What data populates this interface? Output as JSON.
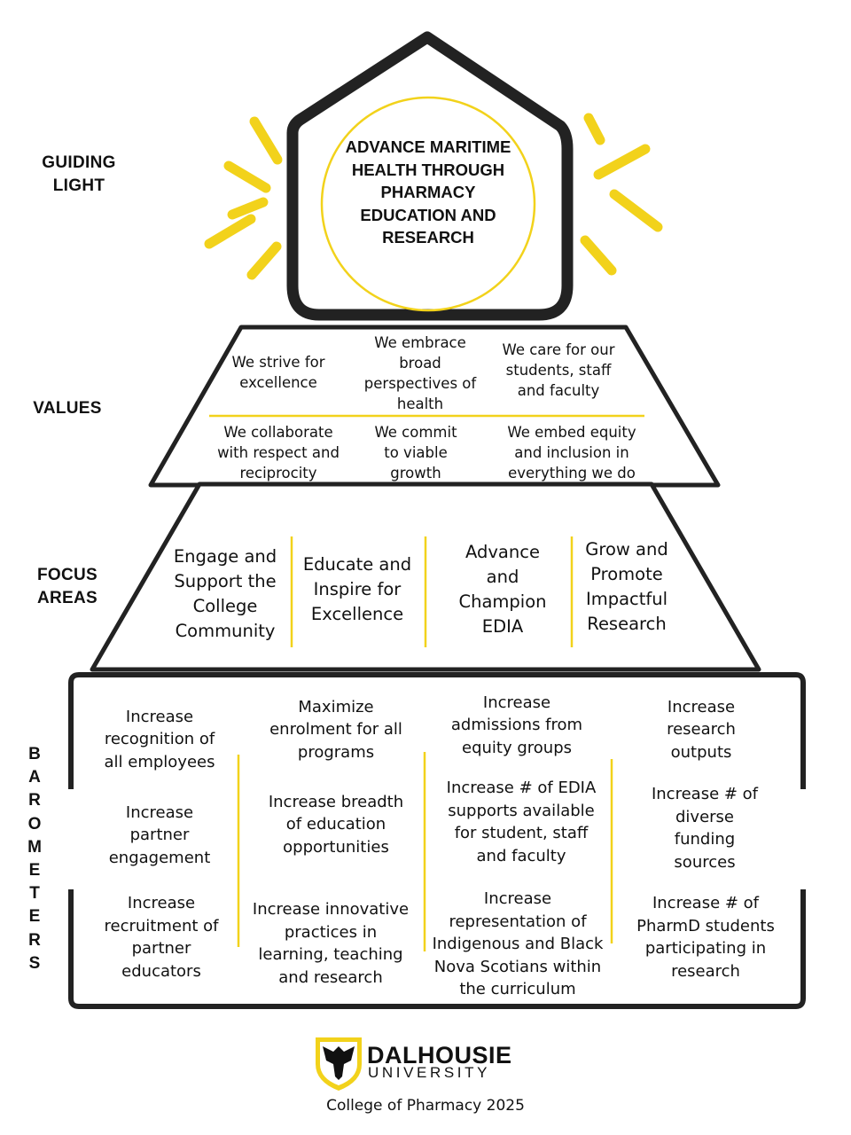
{
  "labels": {
    "guiding_light": "GUIDING LIGHT",
    "values": "VALUES",
    "focus_areas": "FOCUS AREAS",
    "barometers": [
      "B",
      "A",
      "R",
      "O",
      "M",
      "E",
      "T",
      "E",
      "R",
      "S"
    ]
  },
  "mission": "ADVANCE MARITIME HEALTH THROUGH PHARMACY EDUCATION AND RESEARCH",
  "values": {
    "row1": [
      "We strive for excellence",
      "We embrace broad perspectives of health",
      "We care for our students, staff and faculty"
    ],
    "row2": [
      "We collaborate with respect and reciprocity",
      "We commit to viable growth",
      "We embed equity and inclusion in everything we do"
    ]
  },
  "focus_areas": [
    "Engage and Support the College Community",
    "Educate and Inspire for Excellence",
    "Advance and Champion EDIA",
    "Grow and Promote Impactful Research"
  ],
  "barometers": {
    "col1": [
      "Increase recognition of all employees",
      "Increase partner engagement",
      "Increase recruitment of partner educators"
    ],
    "col2": [
      "Maximize enrolment for all  programs",
      "Increase breadth of education opportunities",
      "Increase innovative practices in learning, teaching and research"
    ],
    "col3": [
      "Increase admissions from equity groups",
      "Increase # of EDIA supports available for student, staff and faculty",
      "Increase representation of Indigenous and Black Nova Scotians within the curriculum"
    ],
    "col4": [
      "Increase research outputs",
      "Increase # of diverse funding sources",
      "Increase  # of PharmD students participating in research"
    ]
  },
  "footer": {
    "logo_name": "DALHOUSIE",
    "logo_sub": "UNIVERSITY",
    "caption": "College of Pharmacy 2025"
  },
  "colors": {
    "accent_yellow": "#f2d21b",
    "outline": "#222222"
  }
}
